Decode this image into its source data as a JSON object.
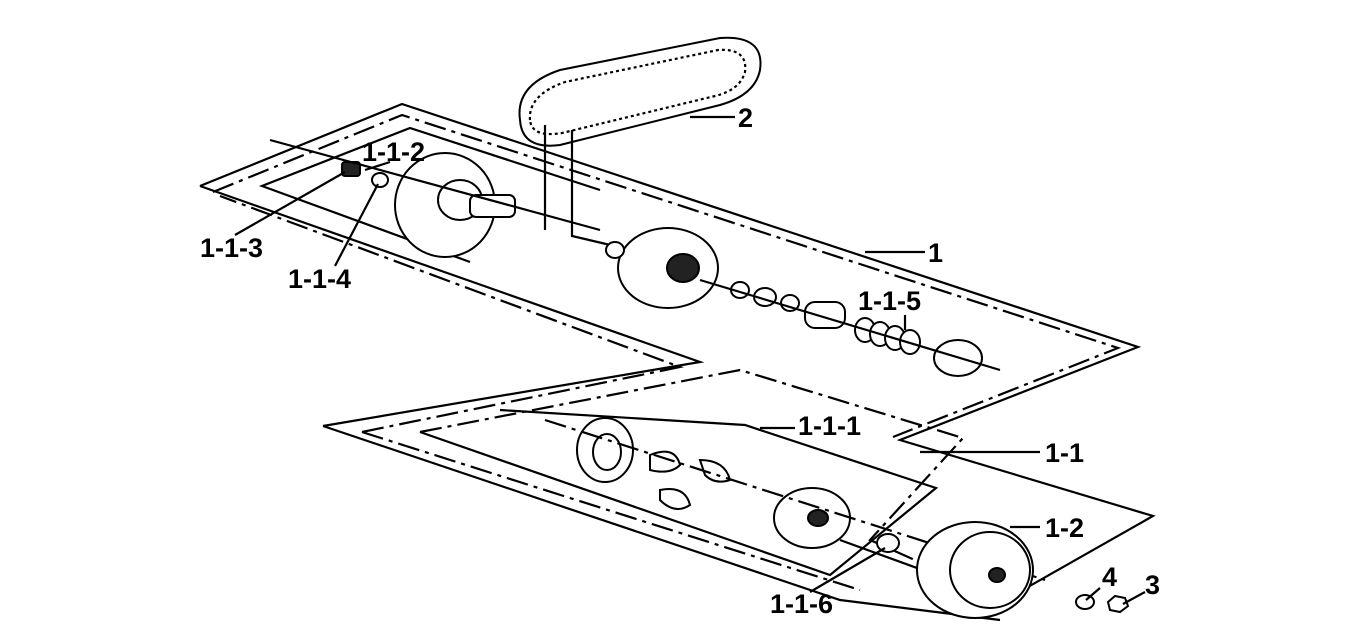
{
  "labels": {
    "belt": "2",
    "drive_assy": "1",
    "driven_assy": "1-1",
    "clutch_assy": "1-1-1",
    "collar": "1-1-2",
    "bearing": "1-1-3",
    "snap_ring": "1-1-4",
    "spring": "1-1-5",
    "washer": "1-1-6",
    "clutch_outer": "1-2",
    "lock_washer": "4",
    "nut": "3"
  }
}
